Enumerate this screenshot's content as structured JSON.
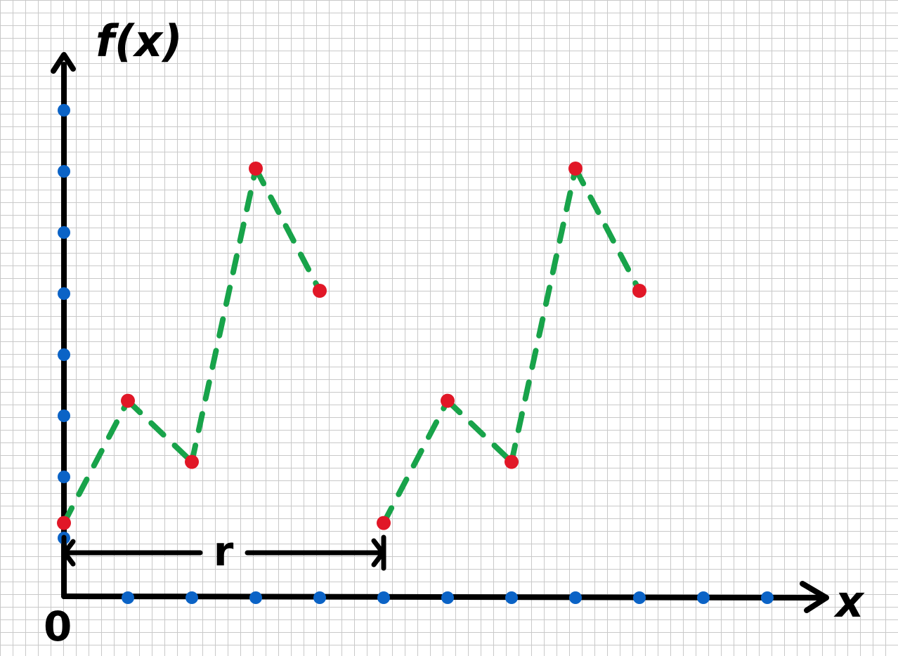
{
  "chart_data": {
    "type": "scatter",
    "title": "",
    "ylabel": "f(x)",
    "xlabel": "x",
    "origin_label": "0",
    "period_label": "r",
    "xlim": [
      0,
      12.2
    ],
    "ylim": [
      0,
      8.6
    ],
    "grid": true,
    "series": [
      {
        "points": [
          {
            "x": 0,
            "y": 1.2
          },
          {
            "x": 1,
            "y": 3.2
          },
          {
            "x": 2,
            "y": 2.2
          },
          {
            "x": 3,
            "y": 7
          },
          {
            "x": 4,
            "y": 5
          }
        ],
        "color": "#e11727",
        "connector": "dashed",
        "connector_color": "#18a34a"
      },
      {
        "points": [
          {
            "x": 5,
            "y": 1.2
          },
          {
            "x": 6,
            "y": 3.2
          },
          {
            "x": 7,
            "y": 2.2
          },
          {
            "x": 8,
            "y": 7
          },
          {
            "x": 9,
            "y": 5
          }
        ],
        "color": "#e11727",
        "connector": "dashed",
        "connector_color": "#18a34a"
      }
    ],
    "x_axis_dots": [
      1,
      2,
      3,
      4,
      5,
      6,
      7,
      8,
      9,
      10,
      11
    ],
    "y_axis_dots": [
      1,
      2,
      3,
      4,
      5,
      6,
      7,
      8
    ],
    "period": {
      "from": 0,
      "to": 5
    }
  }
}
